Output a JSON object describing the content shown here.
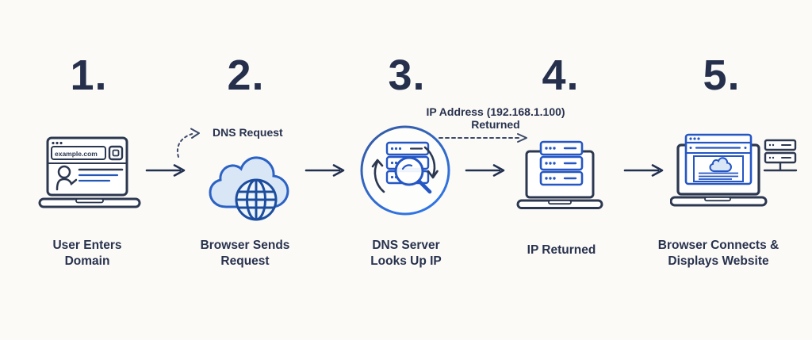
{
  "diagram": {
    "description": "5-step DNS resolution flow",
    "colors": {
      "background": "#fbfaf7",
      "navy": "#28324e",
      "blue": "#2456b8",
      "light_blue_fill": "#d9e6f6",
      "circle_blue": "#2f6cdf"
    },
    "annotations": {
      "dns_request": "DNS Request",
      "ip_line1": "IP Address (192.168.1.100)",
      "ip_line2": "Returned"
    },
    "steps": [
      {
        "number": "1.",
        "lines": [
          "User Enters",
          "Domain"
        ],
        "icon": "laptop-browser",
        "browser_url": "example.com"
      },
      {
        "number": "2.",
        "lines": [
          "Browser Sends",
          "Request"
        ],
        "icon": "cloud-globe"
      },
      {
        "number": "3.",
        "lines": [
          "DNS Server",
          "Looks Up IP"
        ],
        "icon": "dns-server-magnifier"
      },
      {
        "number": "4.",
        "lines": [
          "IP Returned",
          ""
        ],
        "icon": "laptop-servers"
      },
      {
        "number": "5.",
        "lines": [
          "Browser Connects &",
          "Displays Website"
        ],
        "icon": "laptop-website-server"
      }
    ]
  }
}
